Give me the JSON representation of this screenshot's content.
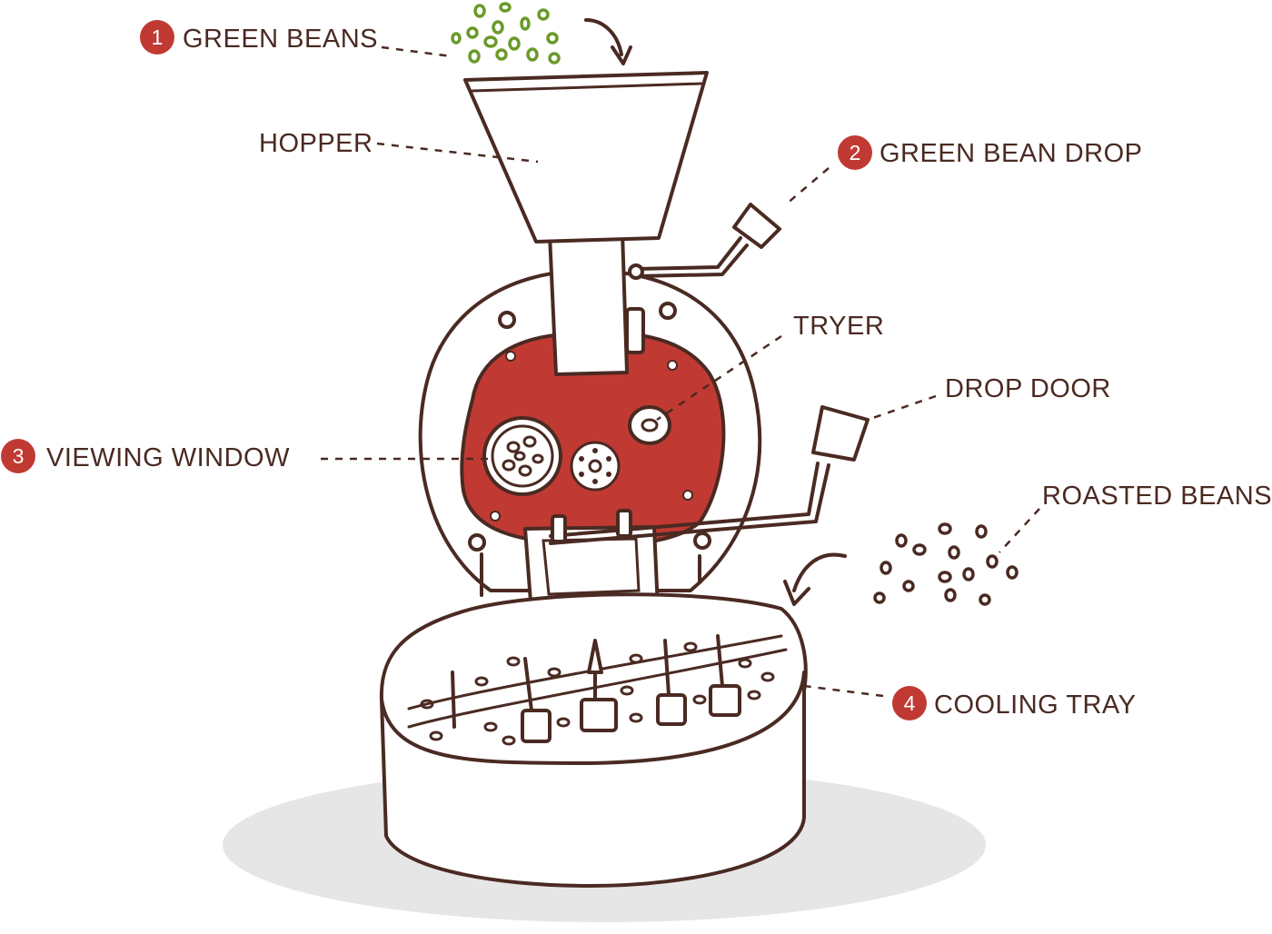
{
  "labels": {
    "green_beans": "GREEN BEANS",
    "hopper": "HOPPER",
    "green_bean_drop": "GREEN BEAN DROP",
    "tryer": "TRYER",
    "drop_door": "DROP DOOR",
    "viewing_window": "VIEWING WINDOW",
    "roasted_beans": "ROASTED BEANS",
    "cooling_tray": "COOLING TRAY"
  },
  "steps": {
    "one": "1",
    "two": "2",
    "three": "3",
    "four": "4"
  },
  "colors": {
    "accent_red": "#c03a33",
    "ink_brown": "#4a2a22",
    "green_bean": "#6a9a2a",
    "shadow_gray": "#e6e6e6"
  }
}
